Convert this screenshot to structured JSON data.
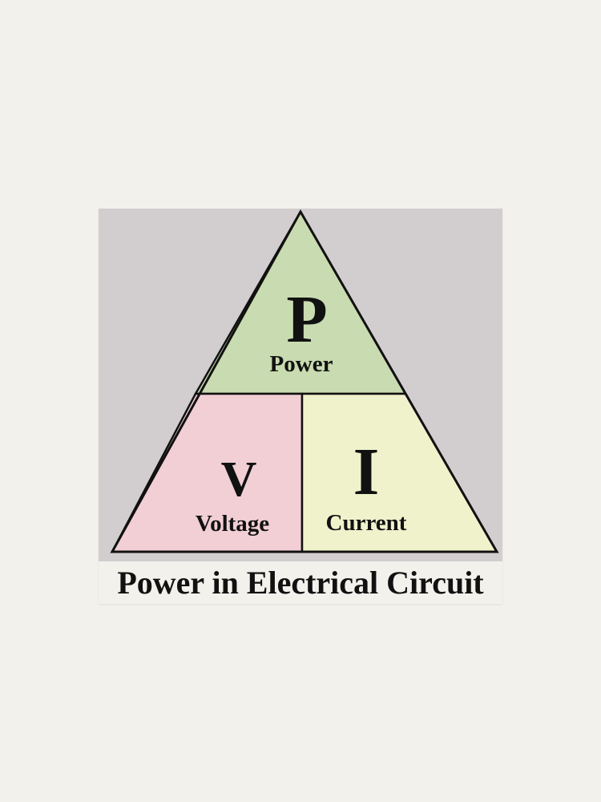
{
  "title": "Power in Electrical Circuit",
  "colors": {
    "background": "#d2ced0",
    "power": "#c9dbb0",
    "voltage": "#f1cfd5",
    "current": "#f0f2cc",
    "outline": "#111111"
  },
  "sections": {
    "power": {
      "symbol": "P",
      "label": "Power"
    },
    "voltage": {
      "symbol": "V",
      "label": "Voltage"
    },
    "current": {
      "symbol": "I",
      "label": "Current"
    }
  }
}
